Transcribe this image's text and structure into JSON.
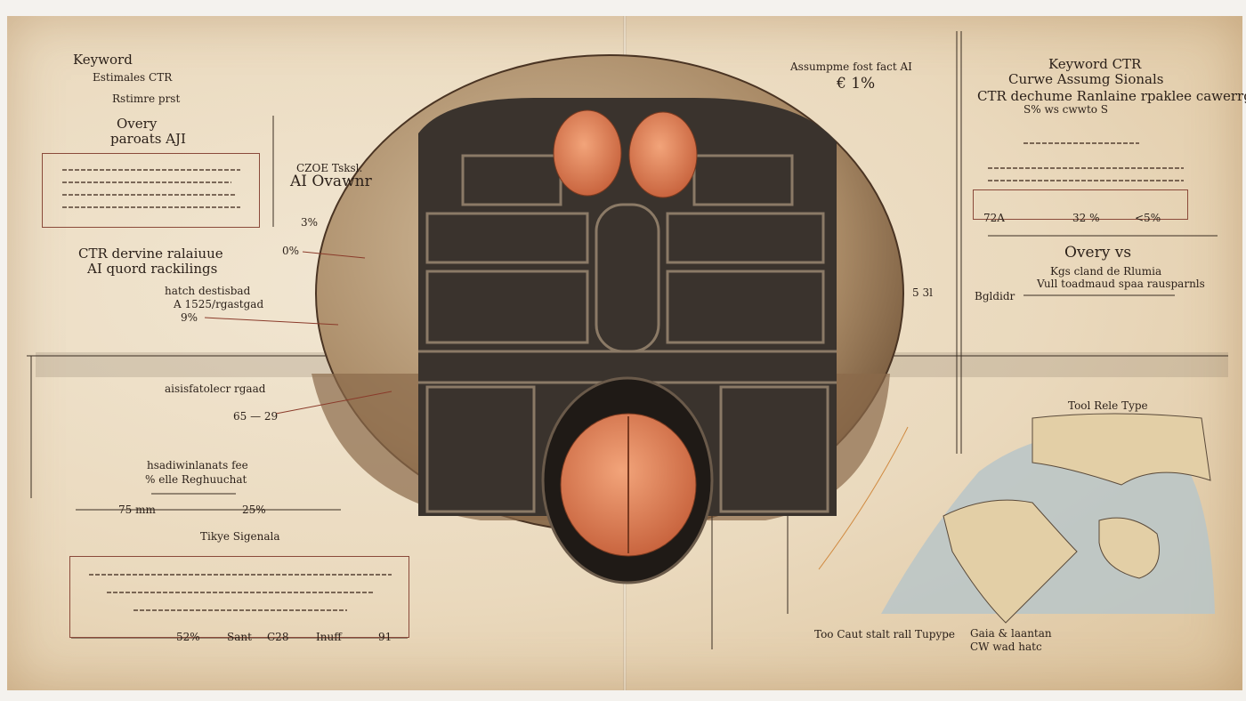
{
  "left_page": {
    "heading_1": "Keyword",
    "heading_2": "Estimales CTR",
    "heading_3": "Rstimre prst",
    "heading_4": "Overy",
    "heading_5": "paroats AJI",
    "side_label_1": "CZOE Tsksl.",
    "side_label_2": "AI Ovawnr",
    "side_value_1": "3%",
    "side_value_2": "0%",
    "section_1": "CTR dervine ralaiuue",
    "section_2": "AI quord rackilings",
    "note_1": "hatch destisbad",
    "note_2": "A 1525/rgastgad",
    "note_3": "9%",
    "mid_label": "aisisfatolecr rgaad",
    "mid_value": "65 — 29",
    "lower_note_1": "hsadiwinlanats fee",
    "lower_note_2": "% elle Reghuuchat",
    "scale_1": "75 mm",
    "scale_2": "25%",
    "footer_label": "Tikye Sigenala",
    "ruler_marks": [
      "52%",
      "Sant",
      "C28",
      "Inuff",
      "91"
    ]
  },
  "center": {
    "top_label": "Assumpme fost fact AI",
    "top_value": "€ 1%"
  },
  "right_page": {
    "title_1": "Keyword CTR",
    "title_2": "Curwe Assumg Sionals",
    "title_3": "CTR dechume Ranlaine rpaklee cawerrgs",
    "title_4": "S% ws cwwto S",
    "scale_marks": [
      "72A",
      "32 %",
      "<5%"
    ],
    "section": "Overy vs",
    "section_note_1": "Kgs cland de Rlumia",
    "section_note_2": "Vull toadmaud spaa rausparnls",
    "side_label": "Bgldidr",
    "side_value": "5 3l",
    "map_title": "Tool Rele Type",
    "map_caption": "Too Caut stalt rall Tupype",
    "map_caption_2": "Gaia & laantan",
    "map_caption_3": "CW wad hatc"
  },
  "colors": {
    "paper": "#ead9bd",
    "ink": "#2a1f18",
    "red_ink": "#8a4a3a",
    "sphere_shell": "#b89a76",
    "machinery": "#3a332d",
    "brain": "#e08a60",
    "sea": "#b9c6c8"
  }
}
